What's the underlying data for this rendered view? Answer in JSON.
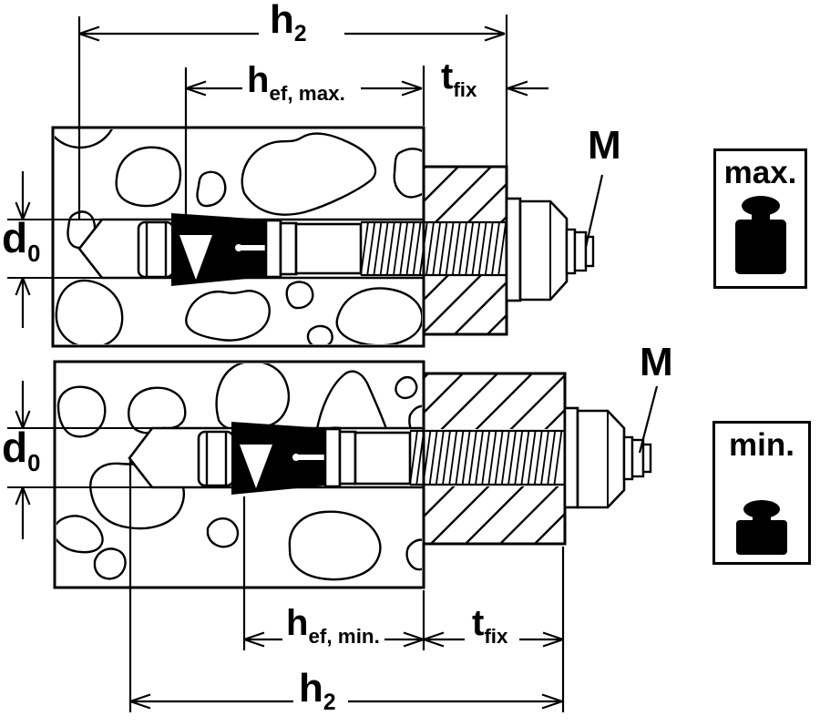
{
  "diagram": {
    "type": "technical-drawing",
    "subject": "Wedge anchor bolt installation cross-sections at maximum and minimum embedment depth",
    "colors": {
      "line": "#000000",
      "background": "#ffffff",
      "clip_fill": "#000000"
    },
    "labels": {
      "h2": {
        "base": "h",
        "sub": "2"
      },
      "hef_max": {
        "base": "h",
        "sub": "ef, max."
      },
      "hef_min": {
        "base": "h",
        "sub": "ef, min."
      },
      "tfix": {
        "base": "t",
        "sub": "fix"
      },
      "d0": {
        "base": "d",
        "sub": "0"
      },
      "thread_size": "M"
    },
    "legend": {
      "max": {
        "label": "max.",
        "icon": "weight-icon"
      },
      "min": {
        "label": "min.",
        "icon": "weight-icon"
      }
    }
  }
}
